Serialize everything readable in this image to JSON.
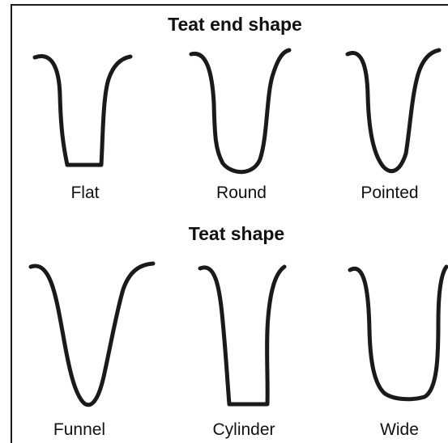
{
  "sections": {
    "teat_end": {
      "heading": "Teat end shape",
      "items": [
        {
          "label": "Flat",
          "icon": "flat-teat-end-outline"
        },
        {
          "label": "Round",
          "icon": "round-teat-end-outline"
        },
        {
          "label": "Pointed",
          "icon": "pointed-teat-end-outline"
        }
      ]
    },
    "teat": {
      "heading": "Teat shape",
      "items": [
        {
          "label": "Funnel",
          "icon": "funnel-teat-outline"
        },
        {
          "label": "Cylinder",
          "icon": "cylinder-teat-outline"
        },
        {
          "label": "Wide",
          "icon": "wide-teat-outline"
        }
      ]
    }
  },
  "colors": {
    "ink": "#1a1a1a",
    "background": "#ffffff"
  }
}
